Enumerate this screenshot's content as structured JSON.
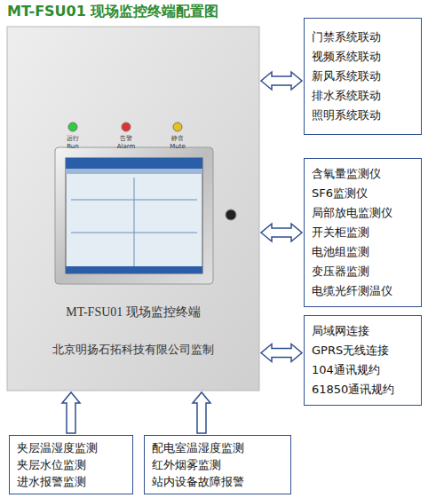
{
  "diagram": {
    "title": "MT-FSU01 现场监控终端配置图",
    "nodes": [
      {
        "text": [
          "MT-FSU01 现场监控终端",
          "北京明扬石拓科技有限公司监制"
        ]
      },
      {
        "text": [
          "门禁系统联动",
          "视频系统联动",
          "新风系统联动",
          "排水系统联动",
          "照明系统联动"
        ]
      },
      {
        "text": [
          "含氧量监测仪",
          "SF6监测仪",
          "局部放电监测仪",
          "开关柜监测",
          "电池组监测",
          "变压器监测",
          "电缆光纤测温仪"
        ]
      },
      {
        "text": [
          "局域网连接",
          "GPRS无线连接",
          "104通讯规约",
          "61850通讯规约"
        ]
      },
      {
        "text": [
          "夹层温湿度监测",
          "夹层水位监测",
          "进水报警监测"
        ]
      },
      {
        "text": [
          "配电室温湿度监测",
          "红外烟雾监测",
          "站内设备故障报警"
        ]
      }
    ],
    "edges": [
      {
        "from": 0,
        "to": 1,
        "arrow": "both"
      },
      {
        "from": 0,
        "to": 2,
        "arrow": "both"
      },
      {
        "from": 0,
        "to": 3,
        "arrow": "both"
      },
      {
        "from": 4,
        "to": 0,
        "arrow": "to"
      },
      {
        "from": 5,
        "to": 0,
        "arrow": "to"
      }
    ],
    "labels": [
      "运行",
      "Run",
      "告警",
      "Alarm",
      "静音",
      "Mute"
    ]
  }
}
